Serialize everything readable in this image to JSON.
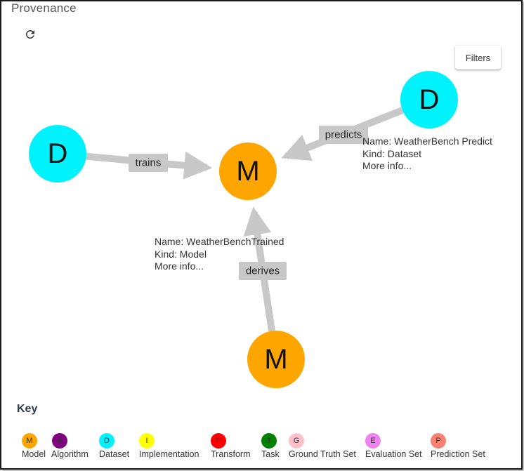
{
  "header": {
    "title": "Provenance"
  },
  "toolbar": {
    "refresh_icon": "refresh-icon",
    "filters_label": "Filters"
  },
  "graph": {
    "nodes": [
      {
        "id": "dataset-left",
        "letter": "D",
        "color": "#00f3fd"
      },
      {
        "id": "model-center",
        "letter": "M",
        "color": "#ffa500"
      },
      {
        "id": "dataset-right",
        "letter": "D",
        "color": "#00f3fd"
      },
      {
        "id": "model-bottom",
        "letter": "M",
        "color": "#ffa500"
      }
    ],
    "edges": [
      {
        "from": "dataset-left",
        "to": "model-center",
        "label": "trains"
      },
      {
        "from": "dataset-right",
        "to": "model-center",
        "label": "predicts"
      },
      {
        "from": "model-bottom",
        "to": "model-center",
        "label": "derives"
      }
    ],
    "edge_color": "#c8c8c8"
  },
  "info_center": {
    "name": "Name: WeatherBenchTrained",
    "kind": "Kind: Model",
    "more": "More info..."
  },
  "info_right": {
    "name": "Name: WeatherBench Predict",
    "kind": "Kind: Dataset",
    "more": "More info..."
  },
  "key": {
    "title": "Key",
    "items": [
      {
        "letter": "M",
        "label": "Model",
        "color": "#ffa500"
      },
      {
        "letter": "A",
        "label": "Algorithm",
        "color": "#800080"
      },
      {
        "letter": "D",
        "label": "Dataset",
        "color": "#00f3fd"
      },
      {
        "letter": "I",
        "label": "Implementation",
        "color": "#ffff00"
      },
      {
        "letter": "Tr",
        "label": "Transform",
        "color": "#ff0000"
      },
      {
        "letter": "T",
        "label": "Task",
        "color": "#008000"
      },
      {
        "letter": "G",
        "label": "Ground Truth Set",
        "color": "#ffc0cb"
      },
      {
        "letter": "E",
        "label": "Evaluation Set",
        "color": "#ee82ee"
      },
      {
        "letter": "P",
        "label": "Prediction Set",
        "color": "#fa8072"
      }
    ]
  }
}
